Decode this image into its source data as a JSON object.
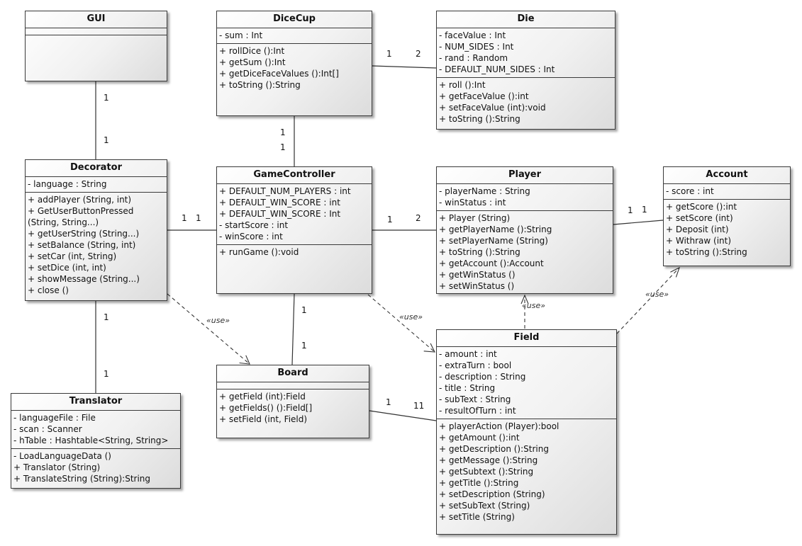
{
  "classes": {
    "gui": {
      "name": "GUI",
      "attributes": [],
      "methods": []
    },
    "dicecup": {
      "name": "DiceCup",
      "attributes": [
        "- sum : Int"
      ],
      "methods": [
        "+ rollDice ():Int",
        "+ getSum ():Int",
        "+ getDiceFaceValues ():Int[]",
        "+ toString ():String"
      ]
    },
    "die": {
      "name": "Die",
      "attributes": [
        "- faceValue : Int",
        "- NUM_SIDES : Int",
        "- rand : Random",
        "- DEFAULT_NUM_SIDES : Int"
      ],
      "methods": [
        "+ roll ():Int",
        "+ getFaceValue ():int",
        "+ setFaceValue (int):void",
        "+ toString ():String"
      ]
    },
    "decorator": {
      "name": "Decorator",
      "attributes": [
        "- language : String"
      ],
      "methods": [
        "+ addPlayer (String,  int)",
        "+ GetUserButtonPressed (String, String...)",
        "+ getUserString (String...)",
        "+ setBalance (String,  int)",
        "+ setCar (int,  String)",
        "+ setDice (int,  int)",
        "+ showMessage (String...)",
        "+ close ()"
      ]
    },
    "gamecontroller": {
      "name": "GameController",
      "attributes": [
        "+ DEFAULT_NUM_PLAYERS : int",
        "+ DEFAULT_WIN_SCORE : int",
        "+ DEFAULT_WIN_SCORE : Int",
        "- startScore : int",
        "- winScore : int"
      ],
      "methods": [
        "+ runGame ():void"
      ]
    },
    "player": {
      "name": "Player",
      "attributes": [
        "- playerName : String",
        "- winStatus : int"
      ],
      "methods": [
        "+ Player (String)",
        "+ getPlayerName ():String",
        "+ setPlayerName (String)",
        "+ toString ():String",
        "+ getAccount ():Account",
        "+ getWinStatus ()",
        "+ setWinStatus ()"
      ]
    },
    "account": {
      "name": "Account",
      "attributes": [
        "- score : int"
      ],
      "methods": [
        "+ getScore ():int",
        "+ setScore (int)",
        "+ Deposit (int)",
        "+ Withraw (int)",
        "+ toString ():String"
      ]
    },
    "board": {
      "name": "Board",
      "attributes": [],
      "methods": [
        "+ getField (int):Field",
        "+ getFields() ():Field[]",
        "+ setField (int, Field)"
      ]
    },
    "field": {
      "name": "Field",
      "attributes": [
        "- amount : int",
        "- extraTurn : bool",
        "- description : String",
        "- title : String",
        "- subText : String",
        "- resultOfTurn : int"
      ],
      "methods": [
        "+ playerAction (Player):bool",
        "+ getAmount ():int",
        "+ getDescription ():String",
        "+ getMessage ():String",
        "+ getSubtext ():String",
        "+ getTitle ():String",
        "+ setDescription (String)",
        "+ setSubText (String)",
        "+ setTitle (String)"
      ]
    },
    "translator": {
      "name": "Translator",
      "attributes": [
        "- languageFile : File",
        "- scan : Scanner",
        "- hTable : Hashtable<String, String>"
      ],
      "methods": [
        "- LoadLanguageData ()",
        "+ Translator (String)",
        "+ TranslateString (String):String"
      ]
    }
  },
  "associations": {
    "gui_decorator": {
      "end1": "1",
      "end2": "1"
    },
    "dicecup_die": {
      "end1": "1",
      "end2": "2"
    },
    "dicecup_gamecontroller": {
      "end1": "1",
      "end2": "1"
    },
    "decorator_gamecontroller": {
      "end1": "1",
      "end2": "1"
    },
    "gamecontroller_player": {
      "end1": "1",
      "end2": "2"
    },
    "player_account": {
      "end1": "1",
      "end2": "1"
    },
    "gamecontroller_board": {
      "end1": "1",
      "end2": "1"
    },
    "decorator_translator": {
      "end1": "1",
      "end2": "1"
    },
    "board_field": {
      "end1": "1",
      "end2": "11"
    }
  },
  "dependencies": {
    "decorator_board": "«use»",
    "gamecontroller_field": "«use»",
    "field_player": "«use»",
    "field_account": "«use»"
  }
}
